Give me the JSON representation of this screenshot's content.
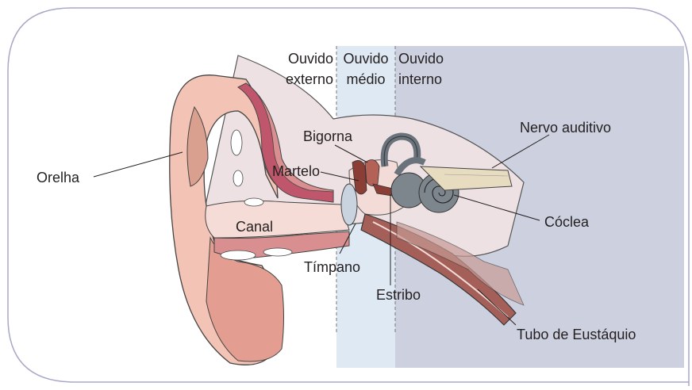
{
  "colors": {
    "frame": "#a8a8c8",
    "middle_ear_zone": "#dfe9f4",
    "inner_ear_zone": "#cdd1df",
    "skin": "#f3c4b5",
    "skin_dark": "#e49e91",
    "cartilage": "#d98f8f",
    "canal": "#f6dcd7",
    "bone": "#ede1e3",
    "muscle": "#a45f58",
    "ossicles": "#8a3e35",
    "cochlea": "#7e868d",
    "nerve": "#e8dcc0",
    "eardrum": "#c9d2df",
    "label_text": "#231f20"
  },
  "zones": {
    "outer_ear": {
      "line1": "Ouvido",
      "line2": "externo"
    },
    "middle_ear": {
      "line1": "Ouvido",
      "line2": "médio"
    },
    "inner_ear": {
      "line1": "Ouvido",
      "line2": "interno"
    }
  },
  "labels": {
    "orelha": "Orelha",
    "canal": "Canal",
    "bigorna": "Bigorna",
    "martelo": "Martelo",
    "timpano": "Tímpano",
    "estribo": "Estribo",
    "nervo_auditivo": "Nervo auditivo",
    "coclea": "Cóclea",
    "tubo_eustaquio": "Tubo de Eustáquio"
  }
}
